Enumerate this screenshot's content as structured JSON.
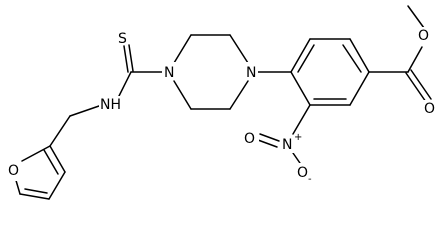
{
  "molecule": {
    "atoms": {
      "thio_s": "S",
      "piperazine_n_left": "N",
      "piperazine_n_right": "N",
      "amide_nh": "NH",
      "furan_o": "O",
      "ester_o_carbonyl": "O",
      "ester_o_ether": "O",
      "nitro_n": "N",
      "nitro_n_charge": "+",
      "nitro_o_top": "O",
      "nitro_o_bottom": "O",
      "nitro_o_bottom_charge": "-"
    }
  }
}
